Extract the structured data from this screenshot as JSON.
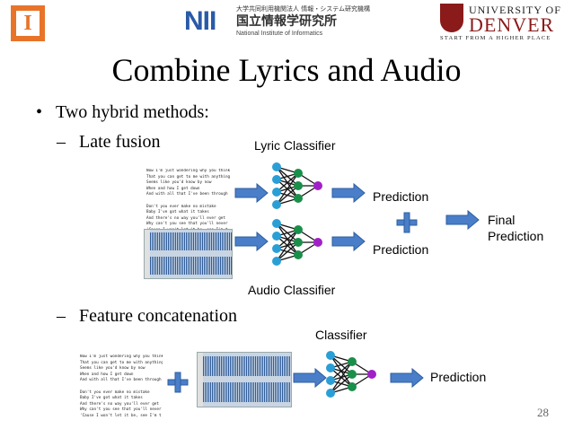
{
  "logos": {
    "illinois_letter": "I",
    "nii_mark": "NII",
    "nii_top_line": "大学共同利用機関法人 情報・システム研究機構",
    "nii_japanese": "国立情報学研究所",
    "nii_english": "National Institute of Informatics",
    "du_line1": "UNIVERSITY OF",
    "du_line2": "DENVER",
    "du_line3": "START FROM A HIGHER PLACE"
  },
  "title": "Combine Lyrics and Audio",
  "bullets": {
    "main": "Two hybrid methods:",
    "sub1": "Late fusion",
    "sub2": "Feature concatenation",
    "bullet_char": "•",
    "dash_char": "–"
  },
  "late_fusion": {
    "lyric_classifier_label": "Lyric Classifier",
    "audio_classifier_label": "Audio Classifier",
    "prediction_top": "Prediction",
    "prediction_bottom": "Prediction",
    "final_prediction_line1": "Final",
    "final_prediction_line2": "Prediction"
  },
  "feature_concat": {
    "classifier_label": "Classifier",
    "prediction": "Prediction"
  },
  "lyrics_text": [
    "Now I'm just wondering why you think",
    "That you can get to me with anything",
    "Seems like you'd know by now",
    "When and how I get down",
    "And with all that I've been through",
    "",
    "Don't you ever make no mistake",
    "Baby I've got what it takes",
    "And there's no way you'll ever get",
    "Why can't you see that you'll never",
    "'Cause I won't let it be, see I'm t"
  ],
  "colors": {
    "arrow": "#4a7ec8",
    "plus": "#4a7ec8",
    "node_blue": "#2a9fd6",
    "node_green": "#1a8f4a",
    "node_purple": "#a020c8",
    "edge": "#111111",
    "illinois_orange": "#e8742a",
    "nii_blue": "#2a5aa8",
    "du_red": "#8b1a1a"
  },
  "page_number": "28"
}
